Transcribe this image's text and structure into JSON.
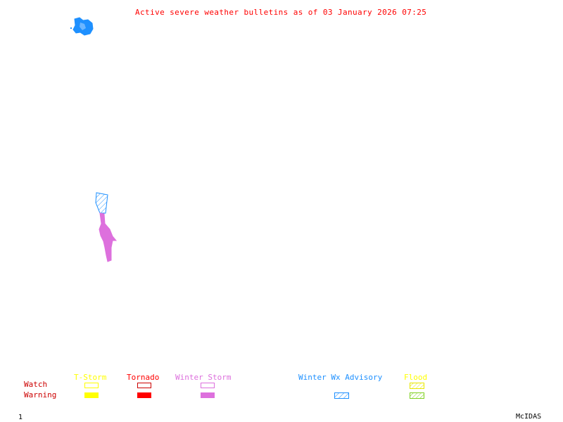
{
  "title": "Active severe weather bulletins as of 03 January 2026 07:25",
  "legend": {
    "row_labels": {
      "watch": "Watch",
      "warning": "Warning"
    },
    "categories": [
      {
        "key": "tstorm",
        "label": "T-Storm",
        "color": "#ffff00",
        "watch": "outline",
        "warning": "filled"
      },
      {
        "key": "tornado",
        "label": "Tornado",
        "color": "#ff0000",
        "watch": "outline",
        "warning": "filled"
      },
      {
        "key": "winter_storm",
        "label": "Winter Storm",
        "color": "#dd70dd",
        "watch": "outline",
        "warning": "filled"
      },
      {
        "key": "winter_wx_advisory",
        "label": "Winter Wx Advisory",
        "color": "#1e90ff",
        "watch": null,
        "warning": "hatched"
      },
      {
        "key": "flood",
        "label": "Flood",
        "color_watch": "#ffff00",
        "color_warning": "#80d020",
        "label_color": "#ffff00",
        "watch": "hatched",
        "warning": "hatched"
      }
    ]
  },
  "map_regions": [
    {
      "name": "alaska-advisory-area",
      "type": "Winter Wx Advisory",
      "color": "#1e90ff"
    },
    {
      "name": "northwest-advisory-area",
      "type": "Winter Wx Advisory",
      "color": "#1e90ff"
    },
    {
      "name": "west-winter-storm-warning",
      "type": "Winter Storm Warning",
      "color": "#dd70dd"
    }
  ],
  "footer": {
    "page_number": "1",
    "brand": "McIDAS"
  }
}
